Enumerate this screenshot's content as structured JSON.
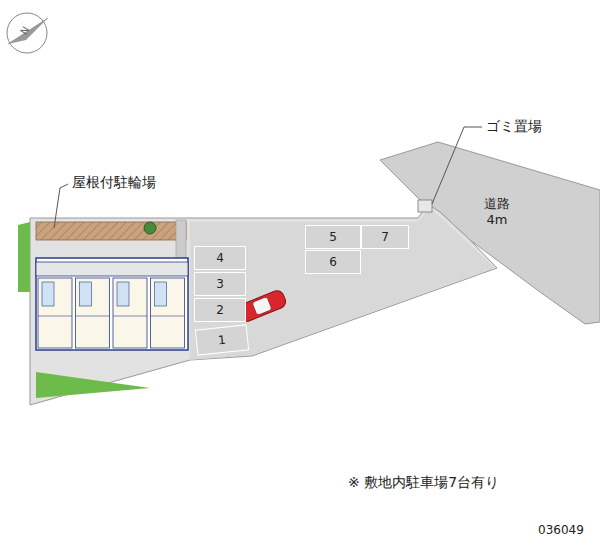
{
  "diagram": {
    "nodes": [
      {
        "text": [
          "5"
        ]
      },
      {
        "text": [
          "7"
        ]
      },
      {
        "text": [
          "6"
        ]
      },
      {
        "text": [
          "4"
        ]
      },
      {
        "text": [
          "3"
        ]
      },
      {
        "text": [
          "2"
        ]
      },
      {
        "text": [
          "1"
        ]
      },
      {
        "text": [
          "道路 4m"
        ]
      }
    ],
    "labels": [
      "N",
      "屋根付駐輪場",
      "ゴミ置場",
      "※ 敷地内駐車場7台有り",
      "036049"
    ]
  }
}
